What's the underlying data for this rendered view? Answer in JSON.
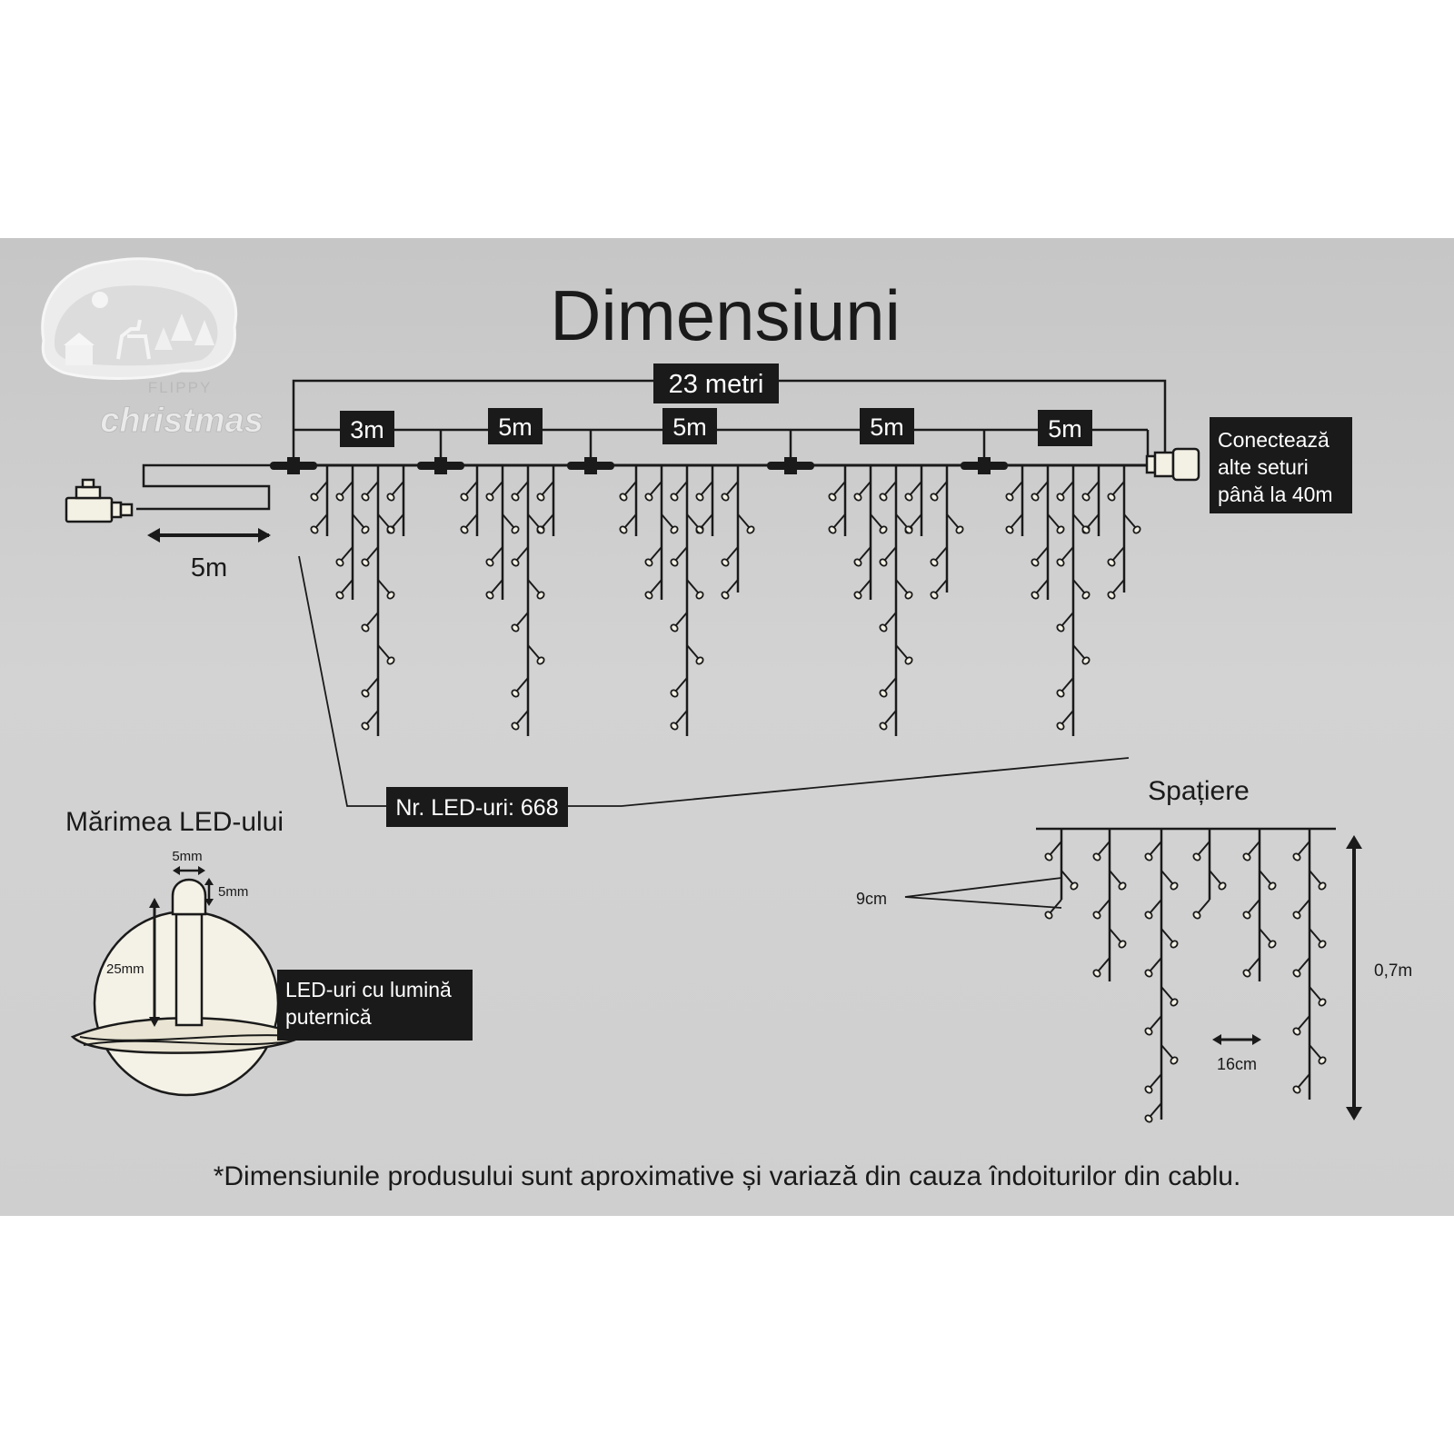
{
  "title": "Dimensiuni",
  "brand": {
    "top": "FLIPPY",
    "script": "christmas"
  },
  "dimensions": {
    "total_length": "23 metri",
    "segments": [
      "3m",
      "5m",
      "5m",
      "5m",
      "5m"
    ],
    "lead_cable": "5m",
    "connect_note": [
      "Conectează",
      "alte seturi",
      "până la 40m"
    ],
    "led_count": "Nr. LED-uri: 668"
  },
  "led_size": {
    "heading": "Mărimea LED-ului",
    "width": "5mm",
    "cap": "5mm",
    "height": "25mm",
    "note": [
      "LED-uri cu lumină",
      "puternică"
    ]
  },
  "spacing": {
    "heading": "Spațiere",
    "led_gap": "9cm",
    "drop_gap": "16cm",
    "max_drop": "0,7m"
  },
  "disclaimer": "*Dimensiunile produsului sunt aproximative și variază din cauza îndoiturilor din cablu.",
  "colors": {
    "panel": "#cbcbcb",
    "ink": "#1a1a1a",
    "label_bg": "#1a1a1a",
    "label_text": "#ffffff",
    "led": "#f3f0e4"
  }
}
